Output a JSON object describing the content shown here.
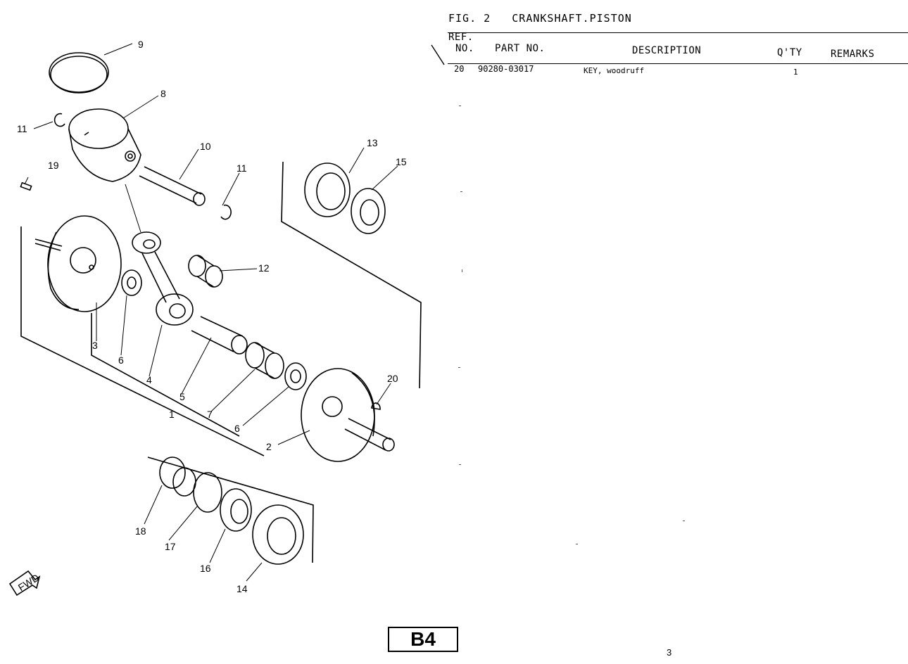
{
  "figure": {
    "title": "FIG. 2   CRANKSHAFT.PISTON"
  },
  "table": {
    "headers": {
      "ref_line1": "REF.",
      "ref_line2": "NO.",
      "part_no": "PART NO.",
      "description": "DESCRIPTION",
      "qty": "Q'TY",
      "remarks": "REMARKS"
    },
    "rows": [
      {
        "ref": "20",
        "part_no": "90280-03017",
        "description": "KEY, woodruff",
        "qty": "1",
        "remarks": ""
      }
    ]
  },
  "diagram": {
    "callouts": [
      "1",
      "2",
      "3",
      "4",
      "5",
      "6",
      "6",
      "7",
      "8",
      "9",
      "10",
      "11",
      "11",
      "12",
      "13",
      "14",
      "15",
      "16",
      "17",
      "18",
      "19",
      "20"
    ],
    "fwd_label": "FWD"
  },
  "footer": {
    "badge": "B4",
    "page_number": "3"
  }
}
